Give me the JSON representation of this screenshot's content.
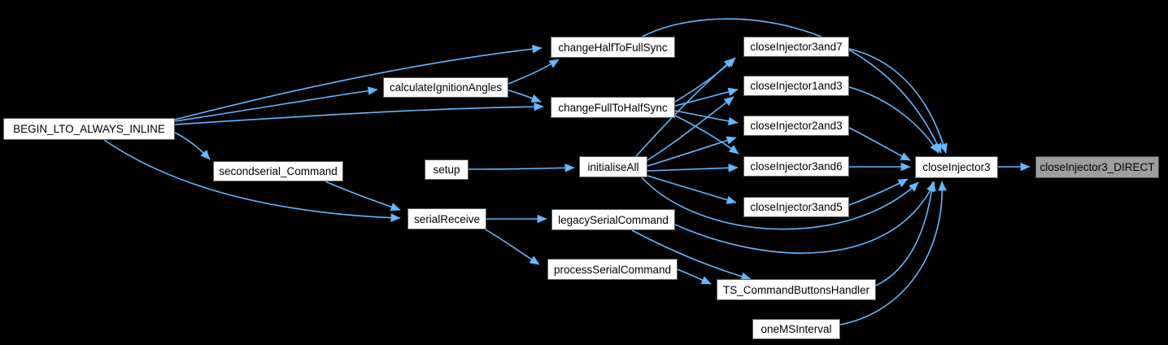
{
  "diagram": {
    "title": "Caller graph for closeInjector3_DIRECT",
    "type": "call-graph",
    "background_color": "#000000",
    "edge_color": "#63b8ff",
    "node_fill_color": "#ffffff",
    "node_border_color": "#5e5e5e",
    "highlight_node_fill_color": "#9e9e9e",
    "nodes": [
      {
        "id": "begin_lto",
        "label": "BEGIN_LTO_ALWAYS_INLINE",
        "highlighted": false
      },
      {
        "id": "secondserial",
        "label": "secondserial_Command",
        "highlighted": false
      },
      {
        "id": "calcIgnition",
        "label": "calculateIgnitionAngles",
        "highlighted": false
      },
      {
        "id": "changeHalfToFull",
        "label": "changeHalfToFullSync",
        "highlighted": false
      },
      {
        "id": "changeFullToHalf",
        "label": "changeFullToHalfSync",
        "highlighted": false
      },
      {
        "id": "setup",
        "label": "setup",
        "highlighted": false
      },
      {
        "id": "initialiseAll",
        "label": "initialiseAll",
        "highlighted": false
      },
      {
        "id": "serialReceive",
        "label": "serialReceive",
        "highlighted": false
      },
      {
        "id": "legacySerial",
        "label": "legacySerialCommand",
        "highlighted": false
      },
      {
        "id": "processSerial",
        "label": "processSerialCommand",
        "highlighted": false
      },
      {
        "id": "ci3and7",
        "label": "closeInjector3and7",
        "highlighted": false
      },
      {
        "id": "ci1and3",
        "label": "closeInjector1and3",
        "highlighted": false
      },
      {
        "id": "ci2and3",
        "label": "closeInjector2and3",
        "highlighted": false
      },
      {
        "id": "ci3and6",
        "label": "closeInjector3and6",
        "highlighted": false
      },
      {
        "id": "ci3and5",
        "label": "closeInjector3and5",
        "highlighted": false
      },
      {
        "id": "ts_handler",
        "label": "TS_CommandButtonsHandler",
        "highlighted": false
      },
      {
        "id": "oneMS",
        "label": "oneMSInterval",
        "highlighted": false
      },
      {
        "id": "ci3",
        "label": "closeInjector3",
        "highlighted": false
      },
      {
        "id": "ci3_direct",
        "label": "closeInjector3_DIRECT",
        "highlighted": true
      }
    ],
    "edges": [
      {
        "from": "begin_lto",
        "to": "calcIgnition"
      },
      {
        "from": "begin_lto",
        "to": "changeHalfToFull"
      },
      {
        "from": "begin_lto",
        "to": "changeFullToHalf"
      },
      {
        "from": "begin_lto",
        "to": "secondserial"
      },
      {
        "from": "begin_lto",
        "to": "serialReceive"
      },
      {
        "from": "secondserial",
        "to": "serialReceive"
      },
      {
        "from": "calcIgnition",
        "to": "changeHalfToFull"
      },
      {
        "from": "calcIgnition",
        "to": "changeFullToHalf"
      },
      {
        "from": "setup",
        "to": "initialiseAll"
      },
      {
        "from": "serialReceive",
        "to": "legacySerial"
      },
      {
        "from": "serialReceive",
        "to": "processSerial"
      },
      {
        "from": "legacySerial",
        "to": "ts_handler"
      },
      {
        "from": "legacySerial",
        "to": "ci3"
      },
      {
        "from": "processSerial",
        "to": "ts_handler"
      },
      {
        "from": "changeFullToHalf",
        "to": "ci3and7"
      },
      {
        "from": "changeFullToHalf",
        "to": "ci1and3"
      },
      {
        "from": "changeFullToHalf",
        "to": "ci2and3"
      },
      {
        "from": "changeFullToHalf",
        "to": "ci3and6"
      },
      {
        "from": "initialiseAll",
        "to": "ci3and7"
      },
      {
        "from": "initialiseAll",
        "to": "ci1and3"
      },
      {
        "from": "initialiseAll",
        "to": "ci2and3"
      },
      {
        "from": "initialiseAll",
        "to": "ci3and6"
      },
      {
        "from": "initialiseAll",
        "to": "ci3and5"
      },
      {
        "from": "initialiseAll",
        "to": "ci3"
      },
      {
        "from": "changeHalfToFull",
        "to": "ci3"
      },
      {
        "from": "ci3and7",
        "to": "ci3"
      },
      {
        "from": "ci1and3",
        "to": "ci3"
      },
      {
        "from": "ci2and3",
        "to": "ci3"
      },
      {
        "from": "ci3and6",
        "to": "ci3"
      },
      {
        "from": "ci3and5",
        "to": "ci3"
      },
      {
        "from": "ts_handler",
        "to": "ci3"
      },
      {
        "from": "oneMS",
        "to": "ci3"
      },
      {
        "from": "ci3",
        "to": "ci3_direct"
      }
    ]
  }
}
